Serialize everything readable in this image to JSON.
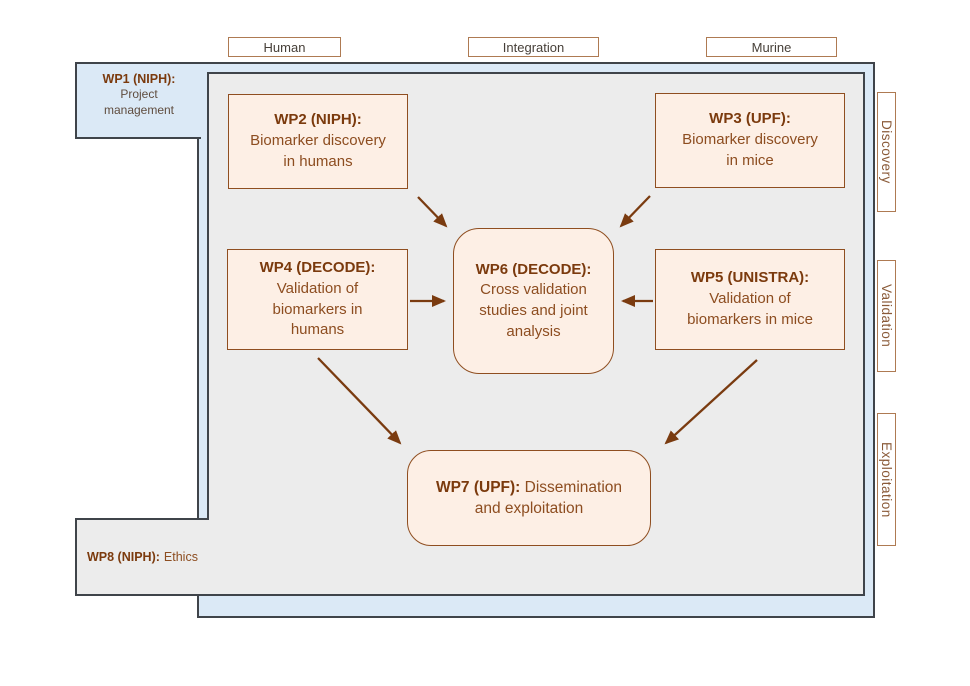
{
  "column_headers": [
    {
      "id": "human",
      "label": "Human"
    },
    {
      "id": "integration",
      "label": "Integration"
    },
    {
      "id": "murine",
      "label": "Murine"
    }
  ],
  "phase_labels": [
    {
      "id": "discovery",
      "label": "Discovery"
    },
    {
      "id": "validation",
      "label": "Validation"
    },
    {
      "id": "exploitation",
      "label": "Exploitation"
    }
  ],
  "work_packages": {
    "wp1": {
      "title": "WP1 (NIPH):",
      "body": "Project management"
    },
    "wp2": {
      "title": "WP2 (NIPH):",
      "body": "Biomarker discovery in humans"
    },
    "wp3": {
      "title": "WP3 (UPF):",
      "body": "Biomarker discovery in mice"
    },
    "wp4": {
      "title": "WP4 (DECODE):",
      "body": "Validation of biomarkers in humans"
    },
    "wp5": {
      "title": "WP5 (UNISTRA):",
      "body": "Validation of biomarkers in mice"
    },
    "wp6": {
      "title": "WP6 (DECODE):",
      "body": "Cross validation studies and joint analysis"
    },
    "wp7": {
      "title": "WP7 (UPF):",
      "body": "Dissemination and exploitation"
    },
    "wp8": {
      "title": "WP8 (NIPH):",
      "body": "Ethics"
    }
  },
  "connections": [
    {
      "from": "wp2",
      "to": "wp6"
    },
    {
      "from": "wp3",
      "to": "wp6"
    },
    {
      "from": "wp4",
      "to": "wp6"
    },
    {
      "from": "wp5",
      "to": "wp6"
    },
    {
      "from": "wp4",
      "to": "wp7"
    },
    {
      "from": "wp5",
      "to": "wp7"
    }
  ],
  "colors": {
    "container_fill": "#dbe9f6",
    "container_border": "#3f444a",
    "inner_fill": "#ececec",
    "wp_fill": "#fdefe5",
    "wp_border": "#8f4e20",
    "wp_title_text": "#7b3a0d",
    "wp_body_text": "#8d4d20",
    "label_border": "#ae7a52",
    "column_label_text": "#474039",
    "phase_label_text": "#8a5a38",
    "arrow": "#7a3b10"
  }
}
